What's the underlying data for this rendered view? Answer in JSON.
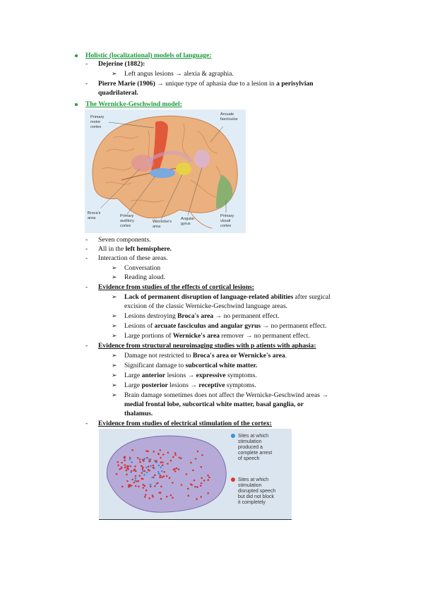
{
  "sections": {
    "holistic": {
      "heading": "Holistic (localizational) models of language:",
      "dejerine_title": "Dejerine (1882):",
      "dejerine_item_a": "Left angus lesions ",
      "dejerine_arrow": "→",
      "dejerine_item_b": " alexia & agraphia.",
      "marie_title": "Pierre Marie (1906)",
      "marie_text": " → unique type of aphasia due to a lesion in ",
      "marie_bold": "a perisylvian",
      "marie_cont": "quadrilateral."
    },
    "wg": {
      "heading": "The Wernicke-Geschwind model:",
      "figure_labels": {
        "primary_motor": [
          "Primary",
          "motor",
          "cortex"
        ],
        "arcuate": [
          "Arcuate",
          "fasciculus"
        ],
        "brocas": [
          "Broca's",
          "area"
        ],
        "aud": [
          "Primary",
          "auditory",
          "cortex"
        ],
        "wernickes": [
          "Wernicke's",
          "area"
        ],
        "angular": [
          "Angular",
          "gyrus"
        ],
        "visual": [
          "Primary",
          "visual",
          "cortex"
        ]
      },
      "seven": "Seven components.",
      "left_a": "All in the ",
      "left_b": "left hemisphere.",
      "interaction": "Interaction of these areas.",
      "conversation": "Conversation",
      "reading": "Reading aloud."
    },
    "lesions": {
      "heading": "Evidence from studies of the effects of cortical lesions:",
      "i1_bold": "Lack of permanent disruption of language-related abilities",
      "i1_rest": " after surgical",
      "i1_cont": "excision of the classic Wernicke-Geschwind language areas.",
      "i2_a": "Lesions destroying ",
      "i2_b": "Broca's area",
      "i2_c": " → no permanent effect.",
      "i3_a": "Lesions of ",
      "i3_b": "arcuate fasciculus and angular gyrus",
      "i3_c": " → no permanent effect.",
      "i4_a": "Large portions of ",
      "i4_b": "Wernicke's area",
      "i4_c": " remover → no permanent effect."
    },
    "neuroimaging": {
      "heading": "Evidence from structural neuroimaging studies with p atients with aphasia:",
      "i1_a": "Damage not restricted to ",
      "i1_b": "Broca's area or Wernicke's area",
      "i1_c": ".",
      "i2_a": "Significant damage to ",
      "i2_b": "subcortical white matter.",
      "i3_a": "Large ",
      "i3_b": "anterior",
      "i3_c": " lesions → ",
      "i3_d": "expressive",
      "i3_e": " symptoms.",
      "i4_a": "Large ",
      "i4_b": "posterior",
      "i4_c": " lesions → ",
      "i4_d": "receptive",
      "i4_e": " symptoms.",
      "i5_a": "Brain damage sometimes does not affect the Wernicke-Geschwind areas →",
      "i5_b": "medial frontal lobe, subcortical white matter, basal ganglia, or",
      "i5_c": "thalamus."
    },
    "stimulation": {
      "heading": "Evidence from studies of electrical stimulation of the cortex:",
      "legend_blue": [
        "Sites at which",
        "stimulation",
        "produced a",
        "complete arrest",
        "of speech"
      ],
      "legend_red": [
        "Sites at which",
        "stimulation",
        "disrupted speech",
        "but did not block",
        "it completely"
      ]
    }
  },
  "colors": {
    "green": "#1a9a3a",
    "blue_dot": "#3b8fd6",
    "red_dot": "#d9343a"
  }
}
